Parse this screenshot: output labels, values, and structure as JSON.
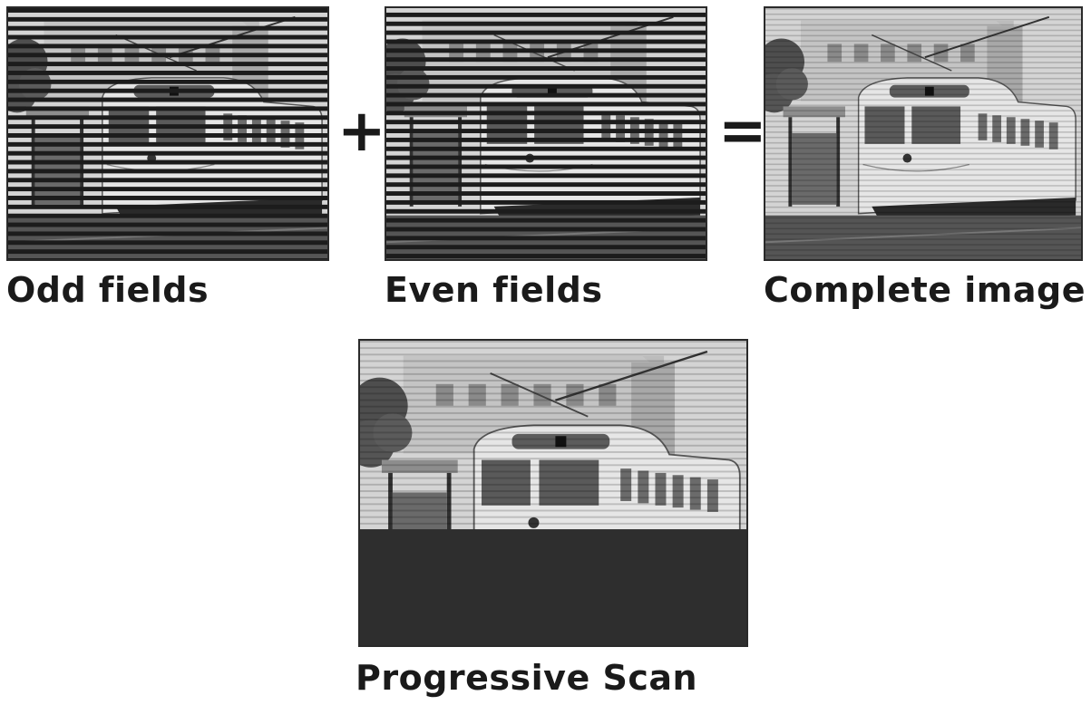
{
  "captions": {
    "odd": "Odd fields",
    "even": "Even fields",
    "complete": "Complete image",
    "progressive": "Progressive Scan"
  },
  "operators": {
    "plus": "+",
    "equals": "="
  },
  "panels": [
    {
      "id": "odd",
      "image": "streetcar-photo",
      "scanlines": "odd"
    },
    {
      "id": "even",
      "image": "streetcar-photo",
      "scanlines": "even"
    },
    {
      "id": "complete",
      "image": "streetcar-photo",
      "scanlines": "none"
    },
    {
      "id": "progressive",
      "image": "streetcar-photo",
      "scanlines": "partial",
      "drawn_fraction": 0.5
    }
  ],
  "colors": {
    "line": "#2a2a2a",
    "text": "#1a1a1a",
    "sky": "#d4d4d4",
    "dark": "#2e2e2e"
  }
}
